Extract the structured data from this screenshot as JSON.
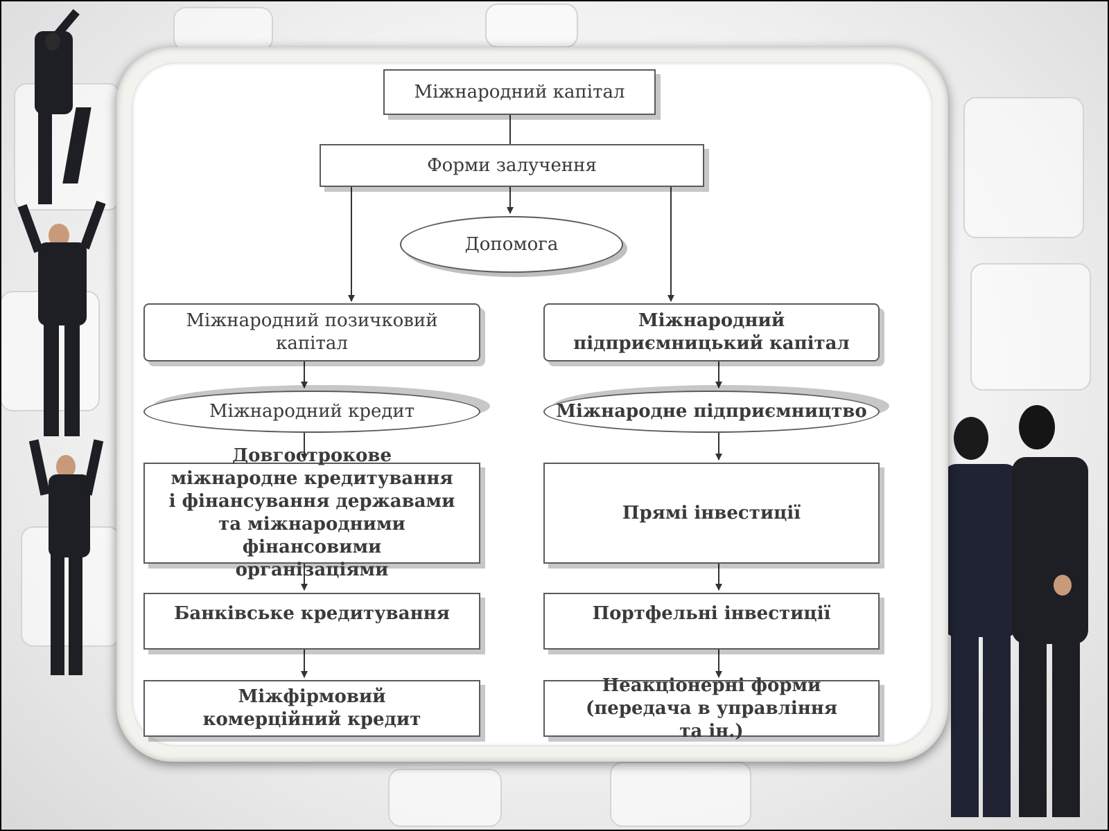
{
  "diagram": {
    "nodes": {
      "root": "Міжнародний капітал",
      "forms": "Форми залучення",
      "aid": "Допомога",
      "loan_capital": "Міжнародний позичковий капітал",
      "entrepreneurial_capital": "Міжнародний підприємницький капітал",
      "intl_credit": "Міжнародний кредит",
      "intl_entrepreneurship": "Міжнародне підприємництво",
      "long_term": "Довгострокове міжнародне кредитування і фінансування державами та міжнародними фінансовими організаціями",
      "direct_inv": "Прямі інвестиції",
      "bank_credit": "Банківське кредитування",
      "portfolio_inv": "Портфельні інвестиції",
      "interfirm_credit": "Міжфірмовий комерційний кредит",
      "non_equity": "Неакціонерні форми (передача в управління та ін.)"
    },
    "edges": [
      [
        "root",
        "forms"
      ],
      [
        "forms",
        "aid"
      ],
      [
        "forms",
        "loan_capital"
      ],
      [
        "forms",
        "entrepreneurial_capital"
      ],
      [
        "loan_capital",
        "intl_credit"
      ],
      [
        "intl_credit",
        "long_term"
      ],
      [
        "long_term",
        "bank_credit"
      ],
      [
        "bank_credit",
        "interfirm_credit"
      ],
      [
        "entrepreneurial_capital",
        "intl_entrepreneurship"
      ],
      [
        "intl_entrepreneurship",
        "direct_inv"
      ],
      [
        "direct_inv",
        "portfolio_inv"
      ],
      [
        "portfolio_inv",
        "non_equity"
      ]
    ]
  },
  "colors": {
    "node_border": "#5a5a5a",
    "node_text": "#3a3a3a",
    "connector": "#333333",
    "frame": "#f2f2ee"
  }
}
